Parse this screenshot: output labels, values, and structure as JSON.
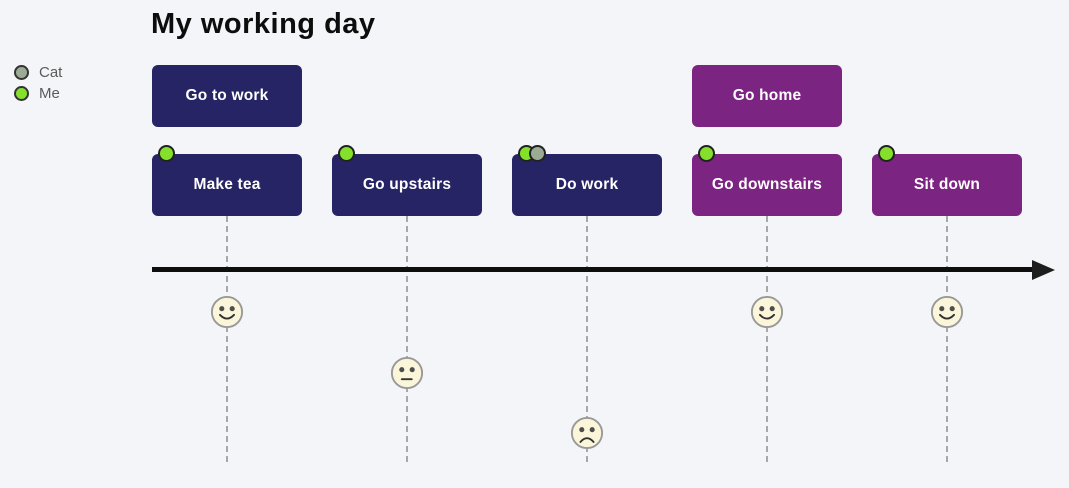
{
  "title": "My working day",
  "legend": {
    "items": [
      {
        "label": "Cat",
        "color": "#9cab94"
      },
      {
        "label": "Me",
        "color": "#85e02c"
      }
    ]
  },
  "palette": {
    "navy_card": "#272465",
    "purple_card": "#7c2482",
    "background": "#f4f5f8",
    "axis": "#0e0e0e",
    "guide_dash": "#a8a8a8",
    "face_fill": "#fbf6da",
    "face_border": "#999999"
  },
  "top_events": [
    {
      "label": "Go to work",
      "color": "#272465"
    },
    {
      "label": "Go home",
      "color": "#7c2482"
    }
  ],
  "events": [
    {
      "label": "Make tea",
      "color": "#272465",
      "markers": [
        "Me"
      ],
      "mood": "happy"
    },
    {
      "label": "Go upstairs",
      "color": "#272465",
      "markers": [
        "Me"
      ],
      "mood": "neutral"
    },
    {
      "label": "Do work",
      "color": "#272465",
      "markers": [
        "Me",
        "Cat"
      ],
      "mood": "sad"
    },
    {
      "label": "Go downstairs",
      "color": "#7c2482",
      "markers": [
        "Me"
      ],
      "mood": "happy"
    },
    {
      "label": "Sit down",
      "color": "#7c2482",
      "markers": [
        "Me"
      ],
      "mood": "happy"
    }
  ]
}
